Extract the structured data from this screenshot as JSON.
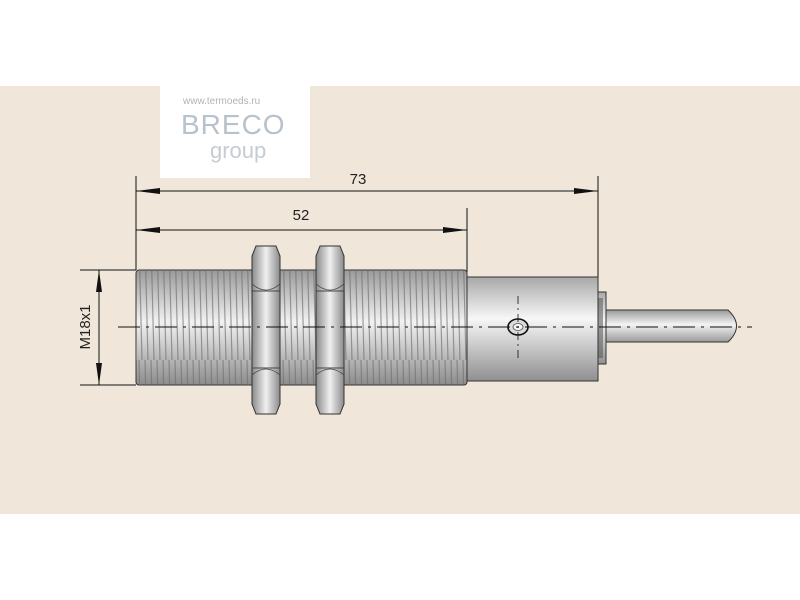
{
  "logo": {
    "url": "www.termoeds.ru",
    "brand": "BRECO",
    "sub": "group"
  },
  "dimensions": {
    "total_length": "73",
    "thread_length": "52",
    "thread_size": "M18x1"
  },
  "colors": {
    "background": "#f0e6da",
    "metal_light": "#eeeeee",
    "metal_dark": "#8a8a8a",
    "line": "#111111"
  }
}
